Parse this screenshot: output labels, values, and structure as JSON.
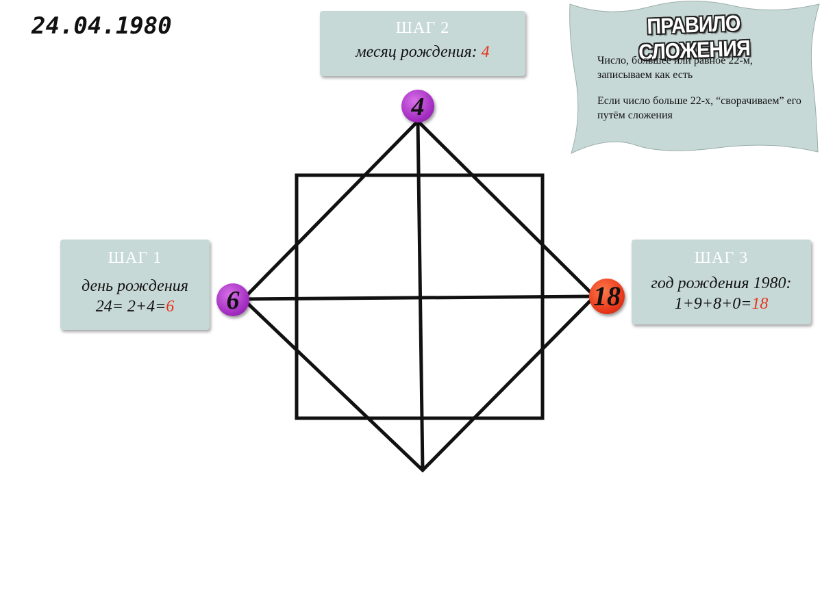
{
  "date": "24.04.1980",
  "step1": {
    "heading": "ШАГ 1",
    "line1": "день рождения",
    "line2_prefix": "24= 2+4=",
    "line2_result": "6"
  },
  "step2": {
    "heading": "ШАГ 2",
    "line1_prefix": "месяц рождения: ",
    "line1_result": "4"
  },
  "step3": {
    "heading": "ШАГ 3",
    "line1": "год рождения 1980:",
    "line2_prefix": "1+9+8+0=",
    "line2_result": "18"
  },
  "rule": {
    "title": "ПРАВИЛО СЛОЖЕНИЯ",
    "text1": "Число, большее или равное 22-м, записываем как есть",
    "text2": "Если число больше 22-х, “сворачиваем” его путём сложения"
  },
  "nodes": {
    "top": "4",
    "left": "6",
    "right": "18"
  },
  "colors": {
    "panel": "#c7d9d6",
    "result_red": "#e8331c",
    "node_purple": "#a22cc0",
    "node_orange": "#e8361a"
  }
}
